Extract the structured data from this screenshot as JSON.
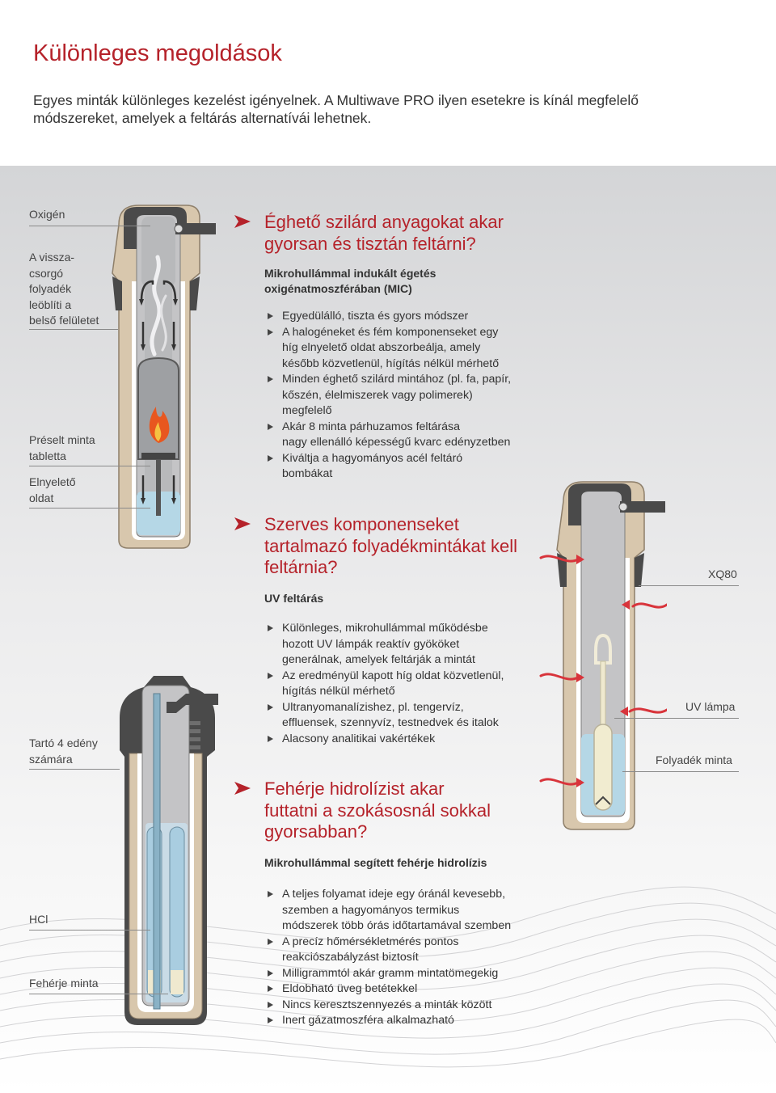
{
  "header": {
    "title": "Különleges megoldások",
    "intro": "Egyes minták különleges kezelést igényelnek. A Multiwave PRO ilyen esetekre is kínál megfelelő módszereket, amelyek a feltárás alternatívái lehetnek."
  },
  "labels": {
    "oxygen": "Oxigén",
    "reflux": "A vissza-\ncsorgó\nfolyadék\nleöblíti a\nbelső felületet",
    "pressed_tablet": "Préselt minta\ntabletta",
    "absorbing_solution": "Elnyelető\noldat",
    "xq80": "XQ80",
    "uv_lamp": "UV lámpa",
    "liquid_sample": "Folyadék minta",
    "holder": "Tartó 4 edény\nszámára",
    "hcl": "HCl",
    "protein_sample": "Fehérje minta"
  },
  "sections": [
    {
      "heading": "Éghető szilárd anyagokat akar\ngyorsan és tisztán feltárni?",
      "subheading": "Mikrohullámmal indukált égetés\noxigénatmoszférában (MIC)",
      "bullets": [
        "Egyedülálló, tiszta és gyors módszer",
        "A halogéneket és fém komponenseket egy\nhíg elnyelető oldat abszorbeálja, amely\nkésőbb közvetlenül, hígítás nélkül mérhető",
        "Minden éghető szilárd mintához (pl. fa, papír,\nkőszén, élelmiszerek vagy polimerek)\nmegfelelő",
        "Akár 8 minta párhuzamos feltárása\nnagy ellenálló képességű kvarc edényzetben",
        "Kiváltja a hagyományos acél feltáró\nbombákat"
      ]
    },
    {
      "heading": "Szerves komponenseket\ntartalmazó folyadékmintákat kell\nfeltárnia?",
      "subheading": "UV feltárás",
      "bullets": [
        "Különleges, mikrohullámmal működésbe\nhozott UV lámpák reaktív gyököket\ngenerálnak, amelyek feltárják a mintát",
        "Az eredményül kapott híg oldat közvetlenül,\nhígítás nélkül mérhető",
        "Ultranyomanalízishez, pl. tengervíz,\neffluensek, szennyvíz, testnedvek és italok",
        "Alacsony analitikai vakértékek"
      ]
    },
    {
      "heading": "Fehérje hidrolízist akar\nfuttatni a szokásosnál sokkal\ngyorsabban?",
      "subheading": "Mikrohullámmal segített fehérje hidrolízis",
      "bullets": [
        "A teljes folyamat ideje egy óránál kevesebb,\nszemben a hagyományos termikus\nmódszerek több órás időtartamával szemben",
        "A precíz hőmérsékletmérés pontos\nreakciószabályzást biztosít",
        "Milligrammtól akár gramm mintatömegekig",
        "Eldobható üveg betétekkel",
        "Nincs keresztszennyezés a minták között",
        "Inert gázatmoszféra alkalmazható"
      ]
    }
  ],
  "colors": {
    "accent": "#b5222a",
    "vessel_shell": "#d8c7ad",
    "vessel_cap": "#4a4a4a",
    "liquid": "#b5d7e6"
  }
}
